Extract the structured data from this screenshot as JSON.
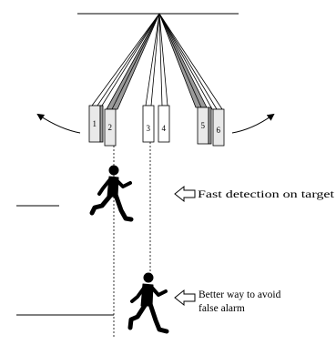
{
  "sensors": [
    {
      "id": "sensor-1",
      "label": "1"
    },
    {
      "id": "sensor-2",
      "label": "2"
    },
    {
      "id": "sensor-3",
      "label": "3"
    },
    {
      "id": "sensor-4",
      "label": "4"
    },
    {
      "id": "sensor-5",
      "label": "5"
    },
    {
      "id": "sensor-6",
      "label": "6"
    }
  ],
  "annotations": {
    "fast_detection": "Fast detection on target",
    "avoid_false_alarm_line1": "Better way to avoid",
    "avoid_false_alarm_line2": "false alarm"
  },
  "colors": {
    "ink": "#000000",
    "shade": "#9a9a9a",
    "panel": "#e9e9e9"
  }
}
